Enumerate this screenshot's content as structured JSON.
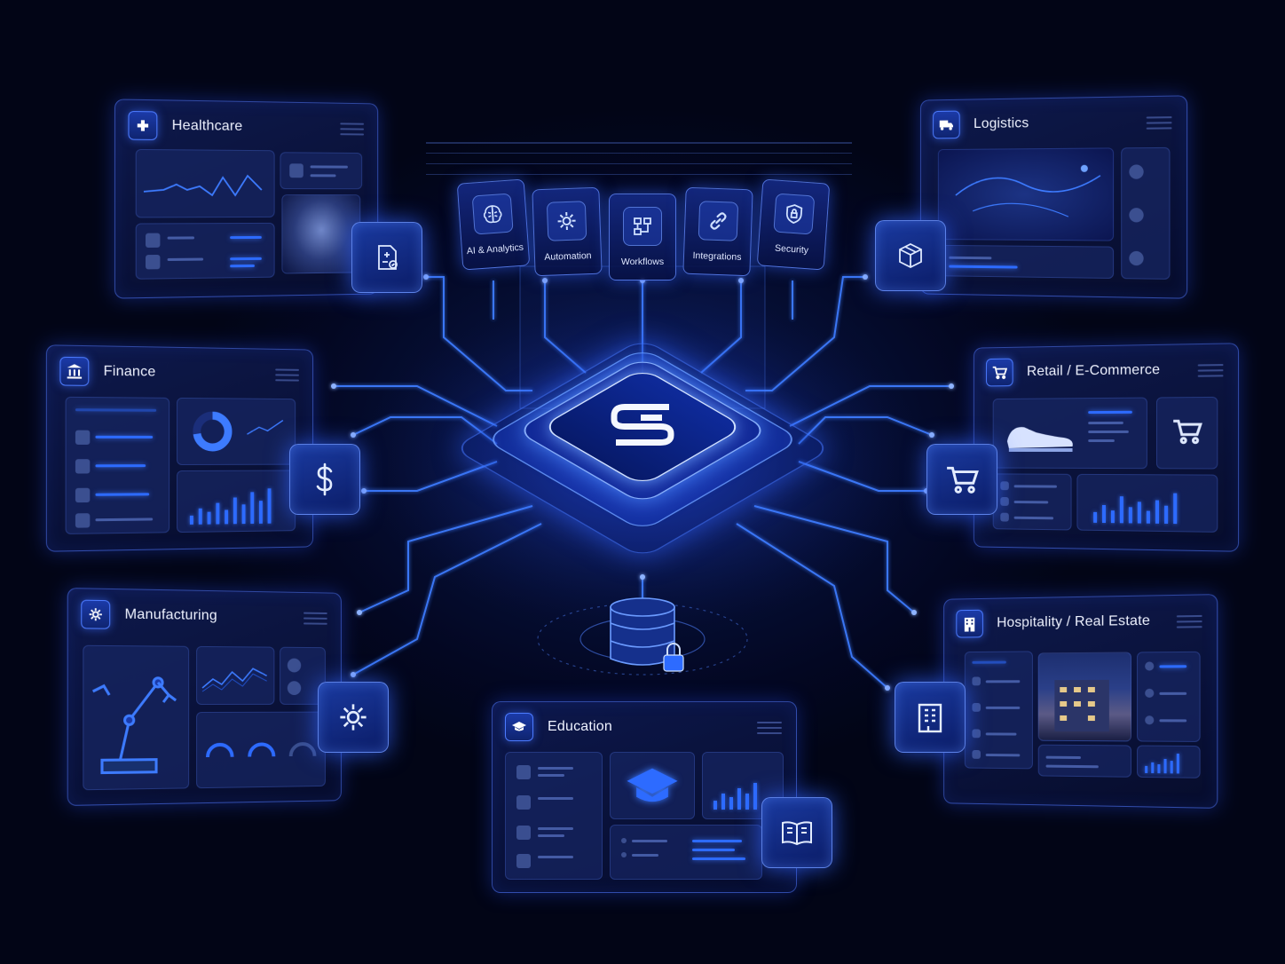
{
  "hub": {
    "logo_icon": "stacked-s-logo-icon"
  },
  "modules": [
    {
      "label": "AI & Analytics",
      "icon": "brain-icon"
    },
    {
      "label": "Automation",
      "icon": "gear-icon"
    },
    {
      "label": "Workflows",
      "icon": "workflow-icon"
    },
    {
      "label": "Integrations",
      "icon": "link-icon"
    },
    {
      "label": "Security",
      "icon": "shield-lock-icon"
    }
  ],
  "panels": {
    "healthcare": {
      "title": "Healthcare",
      "icon": "medical-cross-icon",
      "badge_icon": "medical-document-icon"
    },
    "logistics": {
      "title": "Logistics",
      "icon": "truck-icon",
      "badge_icon": "package-box-icon"
    },
    "finance": {
      "title": "Finance",
      "icon": "bank-icon",
      "badge_icon": "dollar-icon"
    },
    "retail": {
      "title": "Retail / E-Commerce",
      "icon": "cart-icon",
      "badge_icon": "shopping-cart-icon"
    },
    "manufacturing": {
      "title": "Manufacturing",
      "icon": "gear-icon",
      "badge_icon": "cog-icon"
    },
    "hospitality": {
      "title": "Hospitality / Real Estate",
      "icon": "hotel-icon",
      "badge_icon": "building-icon"
    },
    "education": {
      "title": "Education",
      "icon": "graduation-cap-icon",
      "badge_icon": "open-book-icon"
    }
  },
  "database": {
    "icon": "database-lock-icon"
  },
  "colors": {
    "background": "#020516",
    "accent": "#2d6bff",
    "glow": "#4c7bff",
    "text": "#eef2ff"
  }
}
